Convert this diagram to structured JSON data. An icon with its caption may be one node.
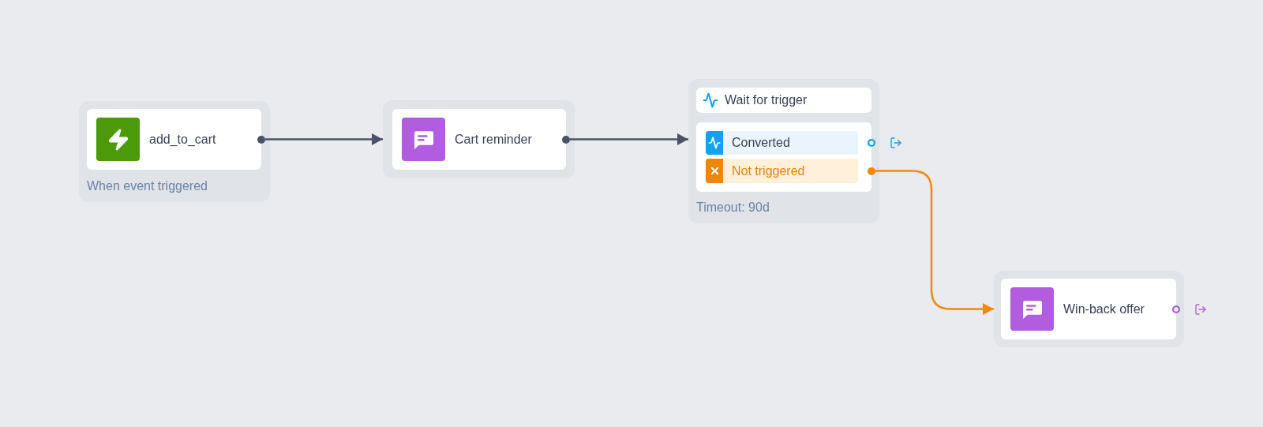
{
  "diagram": {
    "nodes": [
      {
        "text": [
          "When event triggered"
        ]
      },
      {
        "text": [
          "add_to_cart"
        ],
        "in": 0
      },
      {
        "text": [],
        "shape": "box"
      },
      {
        "text": [
          "Cart reminder"
        ],
        "in": 2
      },
      {
        "text": [
          "Timeout: 90d"
        ]
      },
      {
        "text": [
          "Wait for trigger"
        ],
        "in": 4
      },
      {
        "text": [],
        "shape": "box",
        "in": 4
      },
      {
        "text": [
          "Converted"
        ],
        "in": 6
      },
      {
        "text": [
          "Not triggered"
        ],
        "in": 6
      },
      {
        "text": [],
        "shape": "box"
      },
      {
        "text": [
          "Win-back offer"
        ],
        "in": 9
      }
    ],
    "edges": [
      {
        "from": 1,
        "to": 2,
        "arrow": "to"
      },
      {
        "from": 3,
        "to": 4,
        "arrow": "to"
      },
      {
        "from": 8,
        "to": 9,
        "arrow": "to",
        "color": "#ef8a0c"
      }
    ]
  }
}
